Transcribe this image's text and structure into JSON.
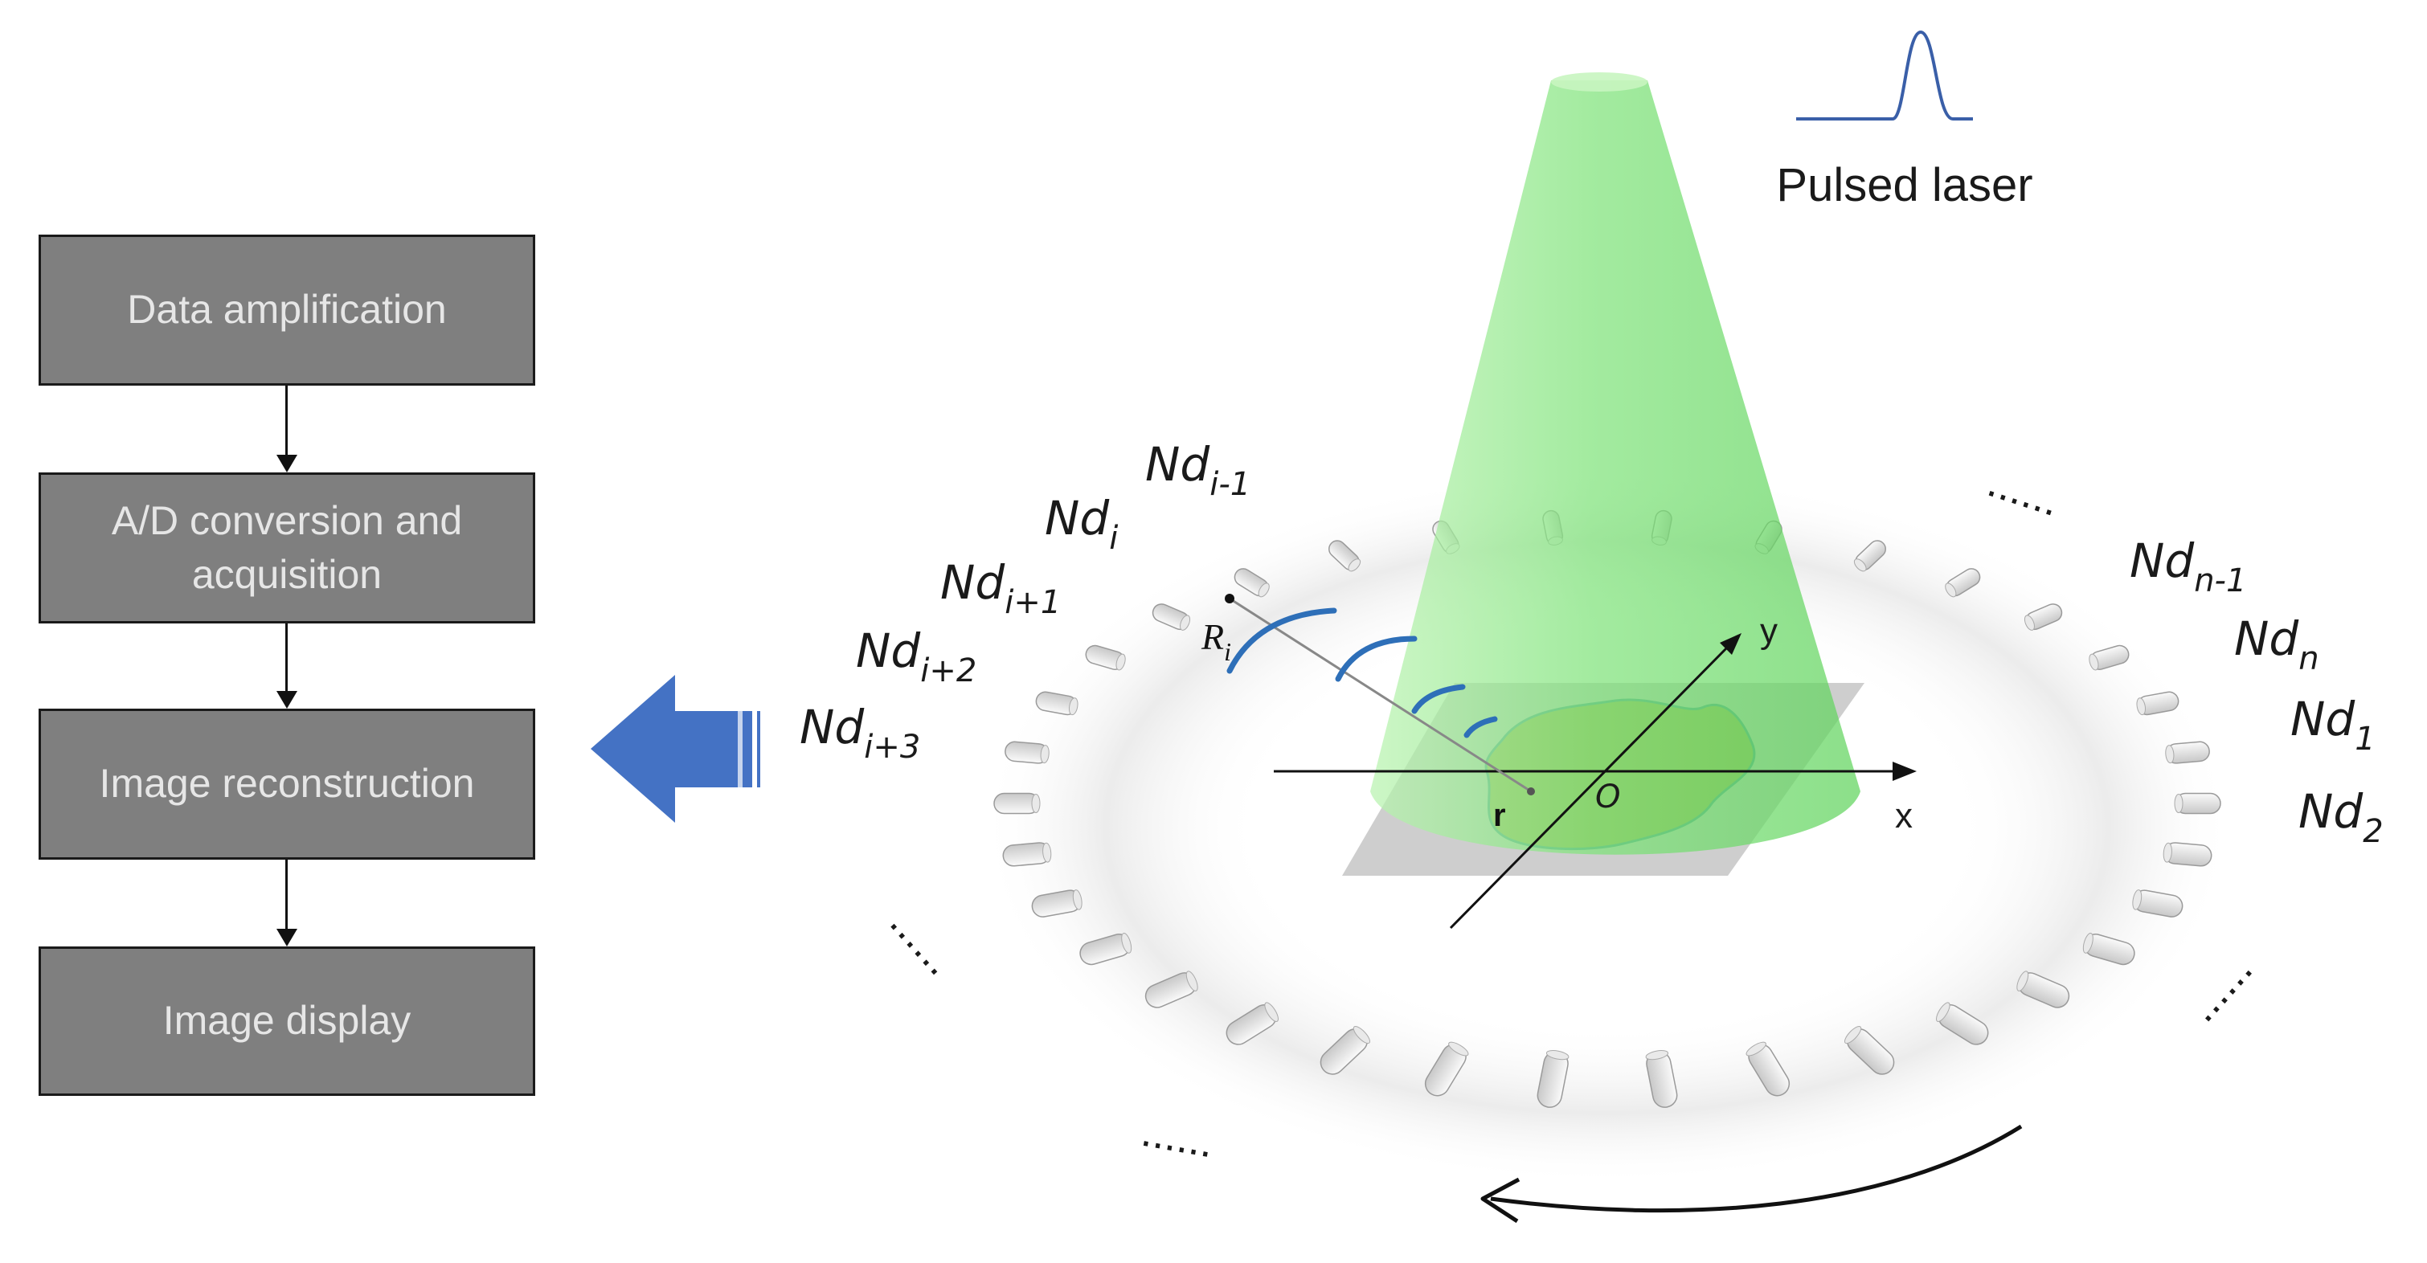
{
  "flowchart": {
    "steps": [
      {
        "line1": "Data amplification"
      },
      {
        "line1": "A/D conversion and",
        "line2": "acquisition"
      },
      {
        "line1": "Image reconstruction"
      },
      {
        "line1": "Image display"
      }
    ]
  },
  "laser": {
    "label": "Pulsed laser"
  },
  "axes": {
    "x": "x",
    "y": "y",
    "origin": "O",
    "point": "r",
    "distance": "R",
    "distance_sub": "i"
  },
  "detectors": {
    "base": "Nd",
    "left_labels": [
      {
        "base": "Nd",
        "sub": "i-1"
      },
      {
        "base": "Nd",
        "sub": "i"
      },
      {
        "base": "Nd",
        "sub": "i+1"
      },
      {
        "base": "Nd",
        "sub": "i+2"
      },
      {
        "base": "Nd",
        "sub": "i+3"
      }
    ],
    "right_labels": [
      {
        "base": "Nd",
        "sub": "n-1"
      },
      {
        "base": "Nd",
        "sub": "n"
      },
      {
        "base": "Nd",
        "sub": "1"
      },
      {
        "base": "Nd",
        "sub": "2"
      }
    ],
    "ellipsis": "......"
  },
  "colors": {
    "box_fill": "#7f7f7f",
    "box_text": "#e6e6e6",
    "arrow_blue": "#4472c4",
    "cone_green": "#6fe06f",
    "wave_blue": "#2e6fb8",
    "pulse_blue": "#3a5fa8",
    "tissue": "#9aa83a"
  }
}
